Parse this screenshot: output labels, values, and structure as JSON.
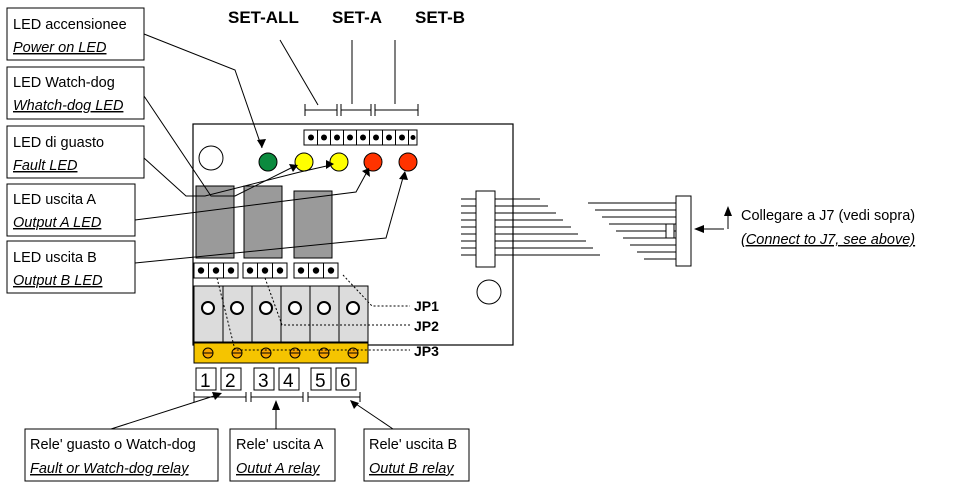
{
  "labels": {
    "power_led": {
      "it": "LED accensionee",
      "en": "Power on LED"
    },
    "watchdog_led": {
      "it": "LED Watch-dog",
      "en": "Whatch-dog  LED"
    },
    "fault_led": {
      "it": "LED di guasto",
      "en": "Fault LED"
    },
    "output_a_led": {
      "it": "LED uscita A",
      "en": "Output A LED"
    },
    "output_b_led": {
      "it": "LED uscita B",
      "en": "Output B LED"
    }
  },
  "headers": {
    "set_all": "SET-ALL",
    "set_a": "SET-A",
    "set_b": "SET-B"
  },
  "jumpers": {
    "jp1": "JP1",
    "jp2": "JP2",
    "jp3": "JP3"
  },
  "terminals": [
    "1",
    "2",
    "3",
    "4",
    "5",
    "6"
  ],
  "connect": {
    "it": "Collegare a J7 (vedi sopra)",
    "en": "(Connect to J7, see above)"
  },
  "relays": {
    "fault": {
      "it": "Rele' guasto o Watch-dog",
      "en": "Fault or Watch-dog relay"
    },
    "a": {
      "it": "Rele' uscita A",
      "en": "Outut A relay"
    },
    "b": {
      "it": "Rele' uscita B",
      "en": "Outut B relay"
    }
  },
  "colors": {
    "led_green": "#0b8a3e",
    "led_yellow": "#ffff00",
    "led_red": "#ff3300",
    "relay_gray": "#9a9a9a",
    "terminal_block": "#dcdcdc",
    "screw_strip": "#f5c400"
  }
}
